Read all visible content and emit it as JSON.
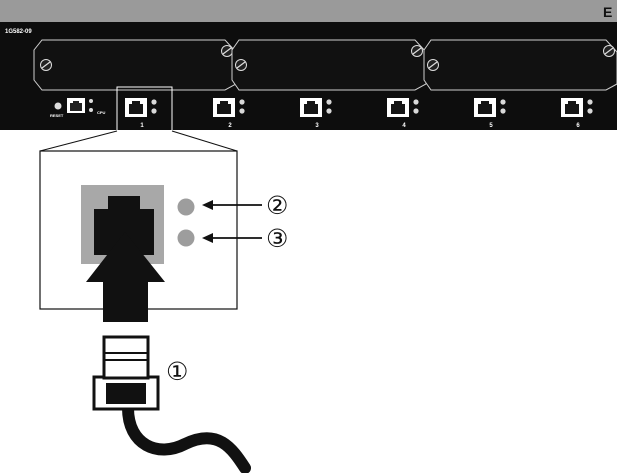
{
  "device": {
    "brand_partial": "E",
    "model_label": "1G582-09",
    "reset_label": "RESET",
    "cpu_label": "CPU",
    "port_labels": [
      "1",
      "2",
      "3",
      "4",
      "5",
      "6"
    ]
  },
  "callouts": {
    "cable": "①",
    "upper_led": "②",
    "lower_led": "③"
  },
  "colors": {
    "panel": "#0d0d0d",
    "top_strip": "#9a9a9a",
    "port_frame": "#a8a8a8",
    "led": "#9d9d9d"
  }
}
